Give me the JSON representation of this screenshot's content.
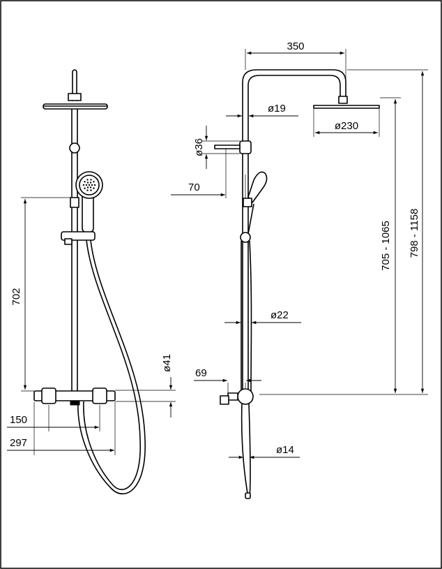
{
  "dimensions": {
    "d350": "350",
    "d19": "ø19",
    "d230": "ø230",
    "d36": "ø36",
    "d70": "70",
    "d705": "705 - 1065",
    "d798": "798 - 1158",
    "d702": "702",
    "d22": "ø22",
    "d41": "ø41",
    "d69": "69",
    "d150": "150",
    "d297": "297",
    "d14": "ø14"
  },
  "icons": {
    "head": "shower-head-icon",
    "hand": "hand-shower-icon",
    "thermo": "thermostat-icon"
  }
}
